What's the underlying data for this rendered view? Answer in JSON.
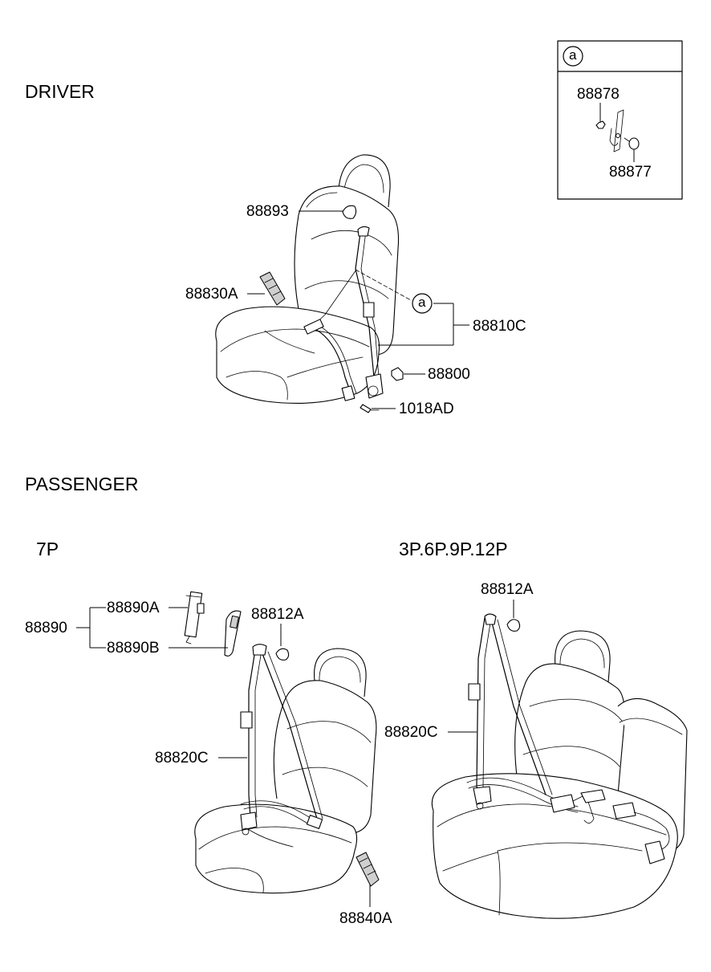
{
  "sections": {
    "driver": "DRIVER",
    "passenger": "PASSENGER",
    "sub_7p": "7P",
    "sub_multi": "3P.6P.9P.12P"
  },
  "callout": {
    "marker": "a",
    "parts": [
      "88878",
      "88877"
    ]
  },
  "driver_parts": {
    "p88893": "88893",
    "p88830A": "88830A",
    "p88810C": "88810C",
    "p88800": "88800",
    "p1018AD": "1018AD",
    "ref_marker": "a"
  },
  "passenger_7p_parts": {
    "p88890": "88890",
    "p88890A": "88890A",
    "p88890B": "88890B",
    "p88812A": "88812A",
    "p88820C": "88820C",
    "p88840A": "88840A"
  },
  "passenger_multi_parts": {
    "p88812A": "88812A",
    "p88820C": "88820C"
  }
}
